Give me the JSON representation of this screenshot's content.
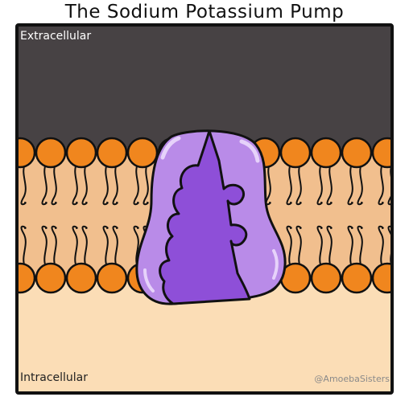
{
  "title": "The Sodium Potassium Pump",
  "regions": {
    "extracellular_label": "Extracellular",
    "intracellular_label": "Intracellular"
  },
  "credit": "@AmoebaSisters",
  "colors": {
    "extracellular": "#474244",
    "membrane_core": "#f1bf8e",
    "intracellular": "#fbddb6",
    "phospholipid_head": "#f0861e",
    "pump_light": "#b98be8",
    "pump_dark": "#8e4fd8",
    "outline": "#111111"
  },
  "icons": {
    "pump": "sodium-potassium-pump-protein",
    "phospholipid": "phospholipid-molecule"
  }
}
